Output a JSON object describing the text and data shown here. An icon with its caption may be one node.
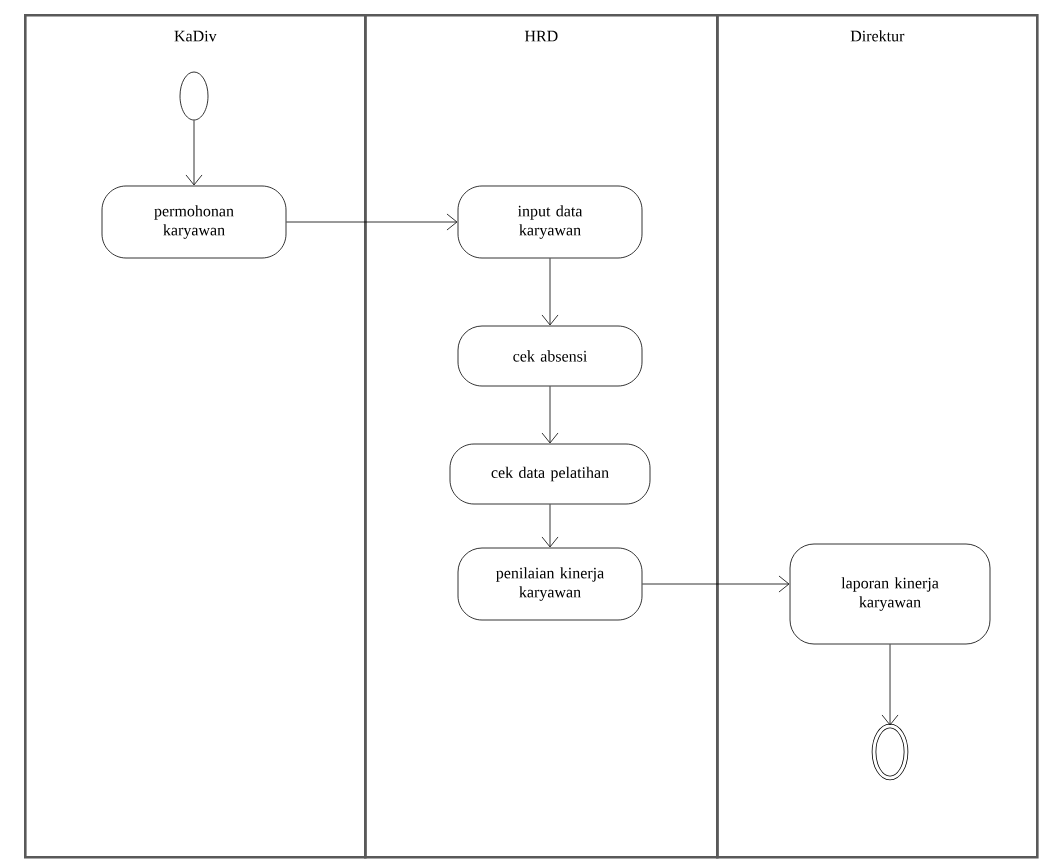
{
  "diagram": {
    "nodes": [
      {
        "text": [
          "KaDiv"
        ]
      },
      {
        "text": [
          "HRD"
        ]
      },
      {
        "text": [
          "Direktur"
        ]
      },
      {
        "text": [],
        "shape": "circle",
        "in": 0
      },
      {
        "text": [
          "permohonan karyawan"
        ],
        "in": 0
      },
      {
        "text": [
          "input data karyawan"
        ],
        "in": 1
      },
      {
        "text": [
          "cek absensi"
        ],
        "in": 1
      },
      {
        "text": [
          "cek data pelatihan"
        ],
        "in": 1
      },
      {
        "text": [
          "penilaian kinerja karyawan"
        ],
        "in": 1
      },
      {
        "text": [
          "laporan kinerja karyawan"
        ],
        "in": 2
      },
      {
        "text": [],
        "shape": "circle",
        "in": 2
      }
    ],
    "edges": [
      {
        "from": 3,
        "to": 4,
        "arrow": "to"
      },
      {
        "from": 4,
        "to": 5,
        "arrow": "to"
      },
      {
        "from": 5,
        "to": 6,
        "arrow": "to"
      },
      {
        "from": 6,
        "to": 7,
        "arrow": "to"
      },
      {
        "from": 7,
        "to": 8,
        "arrow": "to"
      },
      {
        "from": 8,
        "to": 9,
        "arrow": "to"
      },
      {
        "from": 9,
        "to": 10,
        "arrow": "to"
      }
    ]
  }
}
